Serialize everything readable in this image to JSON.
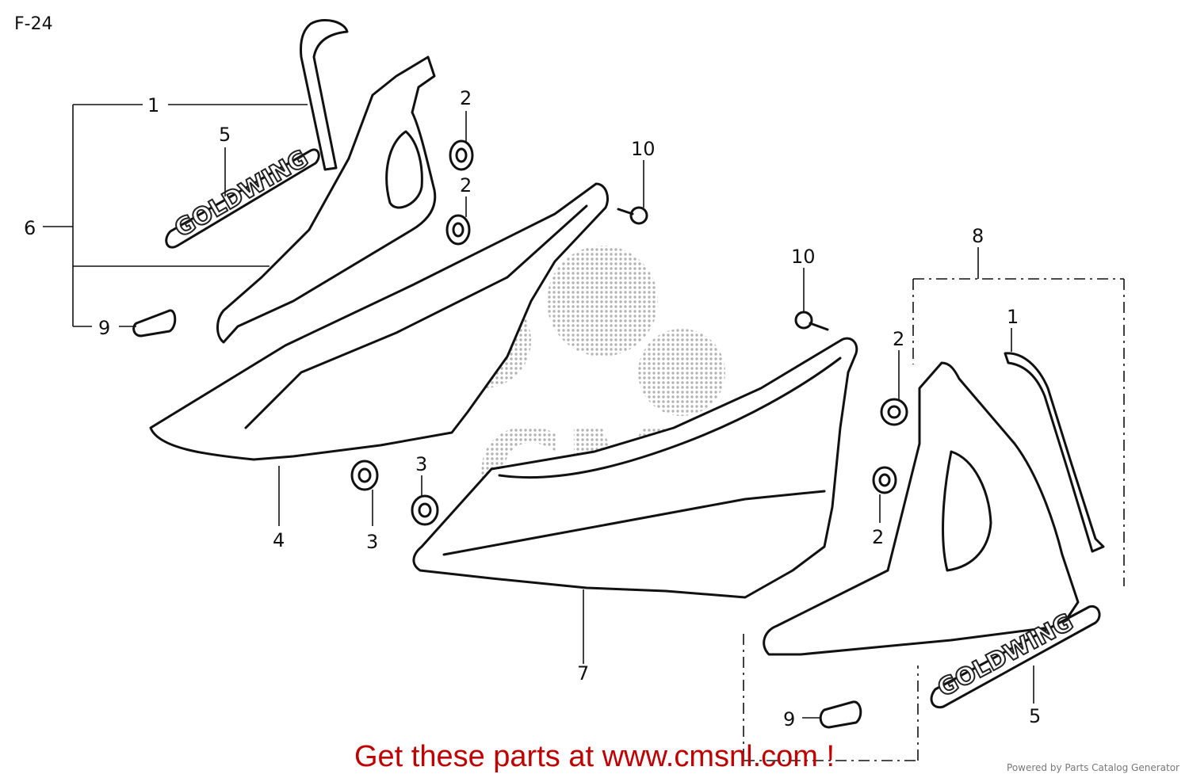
{
  "page_label": "F-24",
  "callouts": {
    "c1a": "1",
    "c2a": "2",
    "c2b": "2",
    "c5a": "5",
    "c6": "6",
    "c9a": "9",
    "c10a": "10",
    "c10b": "10",
    "c4": "4",
    "c3a": "3",
    "c3b": "3",
    "c7": "7",
    "c8": "8",
    "c1b": "1",
    "c2c": "2",
    "c2d": "2",
    "c5b": "5",
    "c9b": "9"
  },
  "decal_text": "GOLDWING",
  "watermark_text": "CMS",
  "footer": {
    "cta": "Get these parts at www.cmsnl.com !",
    "credit": "Powered by Parts Catalog Generator"
  },
  "colors": {
    "cta": "#c00000",
    "line": "#111111",
    "watermark": "#9a9a9a"
  }
}
